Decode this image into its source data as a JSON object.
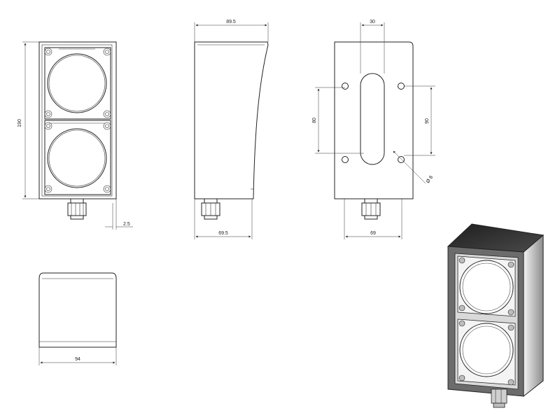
{
  "dimensions": {
    "height_front": "190",
    "width_side_top": "89.5",
    "width_side_bottom": "69.5",
    "offset_front": "2.5",
    "slot_width": "30",
    "hole_spacing_left": "80",
    "hole_spacing_right": "90",
    "hole_diameter": "Ø 8",
    "width_back": "69",
    "width_top": "94"
  },
  "colors": {
    "line": "#222222",
    "iso_dark": "#3a3a3a",
    "iso_mid": "#8a8a8a",
    "iso_light": "#e6e6e6"
  }
}
